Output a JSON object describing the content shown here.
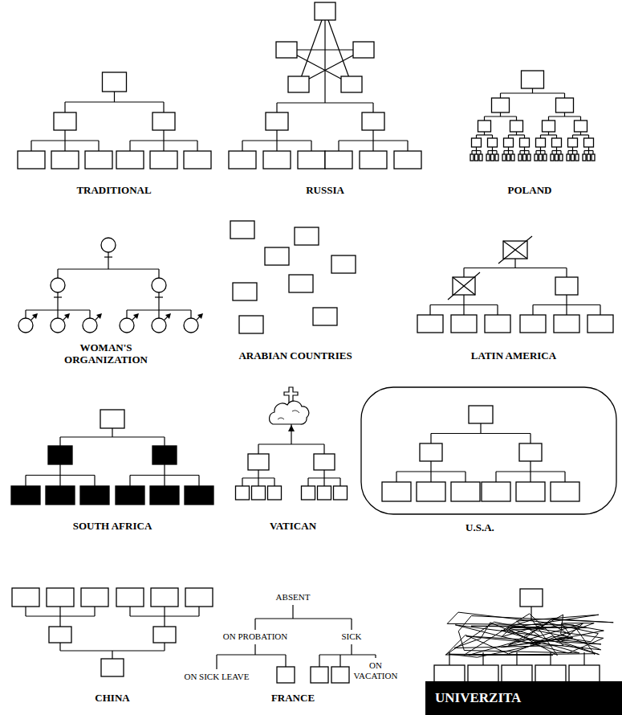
{
  "diagram": {
    "nodes": [
      {
        "text": [
          "UNIVERZITA"
        ]
      }
    ],
    "labels": [
      "TRADITIONAL",
      "RUSSIA",
      "POLAND",
      "WOMAN'S ORGANIZATION",
      "ARABIAN COUNTRIES",
      "LATIN AMERICA",
      "SOUTH AFRICA",
      "VATICAN",
      "U.S.A.",
      "ABSENT",
      "ON PROBATION",
      "SICK",
      "ON SICK LEAVE",
      "ON VACATION",
      "CHINA",
      "FRANCE"
    ]
  }
}
